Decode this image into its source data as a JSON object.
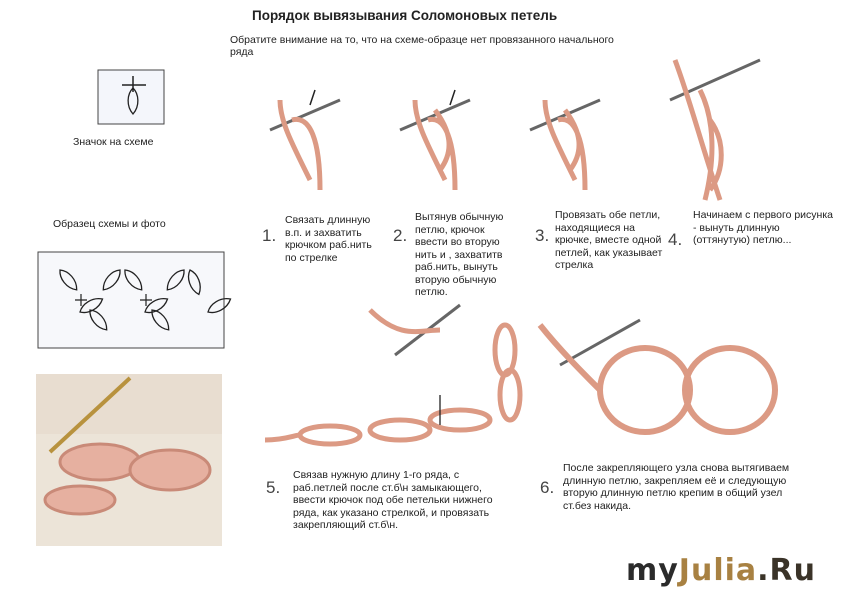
{
  "title": "Порядок вывязывания Соломоновых петель",
  "note": "Обратите внимание  на то, что на схеме-образце нет провязанного начального ряда",
  "symbol_label": "Значок на схеме",
  "sample_label": "Образец схемы и фото",
  "steps": [
    {
      "num": "1.",
      "text": "Связать длинную  в.п. и захватить крючком раб.нить по стрелке"
    },
    {
      "num": "2.",
      "text": "Вытянув обычную петлю, крючок ввести во вторую нить и , захватитв раб.нить, вынуть вторую обычную петлю."
    },
    {
      "num": "3.",
      "text": "Провязать обе петли, находящиеся на крючке, вместе одной петлей, как указывает стрелка"
    },
    {
      "num": "4.",
      "text": "Начинаем с первого рисунка - вынуть  длинную (оттянутую) петлю..."
    },
    {
      "num": "5.",
      "text": "Связав нужную длину 1-го ряда, с раб.петлей после ст.б\\н замыкающего, ввести крючок под обе петельки нижнего ряда, как указано стрелкой, и провязать закрепляющий ст.б\\н."
    },
    {
      "num": "6.",
      "text": "После закрепляющего узла снова вытягиваем длинную петлю, закрепляем её и следующую вторую длинную петлю крепим в общий узел ст.без накида."
    }
  ],
  "logo": {
    "part1": "my",
    "part2": "Julia",
    "part3": ".Ru"
  },
  "colors": {
    "yarn": "#dc9a84",
    "yarn_edge": "#a8604c",
    "logo_dark": "#2b2b2b",
    "logo_gold": "#a88142"
  }
}
